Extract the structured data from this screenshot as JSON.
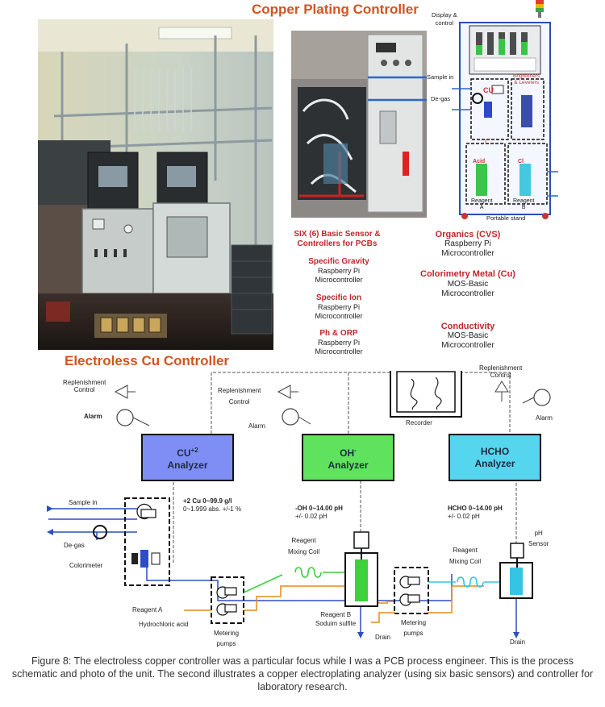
{
  "header": {
    "copper_title": "Copper Plating Controller",
    "electroless_title": "Electroless Cu Controller"
  },
  "photo_labels": {
    "display_control": [
      "Display &",
      "control"
    ],
    "sample_in": "Sample in",
    "de_gas": "De-gas",
    "cu": "CU",
    "brighteners": [
      "Brighteners",
      "& Levelers"
    ],
    "acid": "Acid",
    "cl": "Cl",
    "reagent_a": [
      "Reagent",
      "A"
    ],
    "reagent_b": [
      "Reagent",
      "B"
    ],
    "portable_stand": "Portable stand"
  },
  "sensors": {
    "heading": [
      "SIX (6) Basic Sensor &",
      "Controllers for PCBs"
    ],
    "left": [
      {
        "title": "Specific Gravity",
        "lines": [
          "Raspberry Pi",
          "Microcontroller"
        ]
      },
      {
        "title": "Specific Ion",
        "lines": [
          "Raspberry Pi",
          "Microcontroller"
        ]
      },
      {
        "title": "Ph & ORP",
        "lines": [
          "Raspberry Pi",
          "Microcontroller"
        ]
      }
    ],
    "right": [
      {
        "title": "Organics (CVS)",
        "lines": [
          "Raspberry Pi",
          "Microcontroller"
        ]
      },
      {
        "title": "Colorimetry Metal (Cu)",
        "lines": [
          "MOS-Basic",
          "Microcontroller"
        ]
      },
      {
        "title": "Conductivity",
        "lines": [
          "MOS-Basic",
          "Microcontroller"
        ]
      }
    ]
  },
  "schematic": {
    "analyzers": {
      "cu": {
        "line1": "CU",
        "sup": "+2",
        "line2": "Analyzer",
        "color": "#7f8ef5"
      },
      "oh": {
        "line1": "OH",
        "sup": "-",
        "line2": "Analyzer",
        "color": "#5fe35f"
      },
      "hcho": {
        "line1": "HCHO",
        "line2": "Analyzer",
        "color": "#55d5ee"
      }
    },
    "replenishment_1": [
      "Replenishment",
      "Control"
    ],
    "replenishment_2": [
      "Replenishment",
      "Control"
    ],
    "replenishment_3": [
      "Replenishment",
      "Control"
    ],
    "alarm_1": "Alarm",
    "alarm_2": "Alarm",
    "alarm_3": "Alarm",
    "recorder": "Recorder",
    "cu_spec": [
      "+2 Cu  0~99.9  g/l",
      "0~1.999 abs. +/-1 %"
    ],
    "oh_spec": [
      "-OH  0~14.00  pH",
      "+/- 0.02 pH"
    ],
    "hcho_spec": [
      "HCHO 0~14.00  pH",
      "+/- 0.02 pH"
    ],
    "sample_in": "Sample in",
    "de_gas": "De-gas",
    "colorimeter": "Colorimeter",
    "reagent_a": "Reagent A",
    "hydrochloric": "Hydrochloric acid",
    "metering_pumps_1": [
      "Metering",
      "pumps"
    ],
    "reagent_mixing_1": [
      "Reagent",
      "Mixing Coil"
    ],
    "reagent_b": [
      "Reagent B",
      "Soduim sulfite"
    ],
    "drain_1": "Drain",
    "metering_pumps_2": [
      "Metering",
      "pumps"
    ],
    "reagent_mixing_2": [
      "Reagent",
      "Mixing Coil"
    ],
    "ph_sensor": [
      "pH",
      "Sensor"
    ],
    "drain_2": "Drain"
  },
  "caption": "Figure 8: The electroless copper controller was a particular focus while I was a PCB process engineer. This is the process schematic and photo of the unit. The second illustrates a copper electroplating analyzer (using six basic sensors) and controller for laboratory research."
}
